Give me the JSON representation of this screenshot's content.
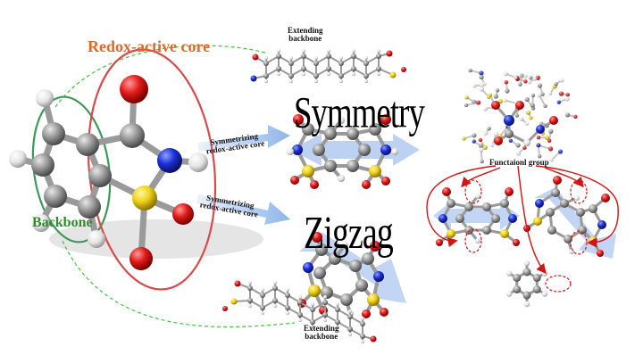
{
  "labels": {
    "redox_core": "Redox-active core",
    "backbone": "Backbone",
    "extending_backbone_top_line1": "Extending",
    "extending_backbone_top_line2": "backbone",
    "extending_backbone_bottom_line1": "Extending",
    "extending_backbone_bottom_line2": "backbone",
    "symmetrizing_top_line1": "Symmetrizing",
    "symmetrizing_top_line2": "redox-active core",
    "symmetrizing_bottom_line1": "Symmetrizing",
    "symmetrizing_bottom_line2": "redox-active core",
    "symmetry": "Symmetry",
    "zigzag": "Zigzag",
    "functional_group": "Functaionl group"
  },
  "colors": {
    "carbon": "#8a8a8a",
    "hydrogen": "#f2f2f2",
    "oxygen": "#e01a1a",
    "nitrogen": "#1c2fd6",
    "sulfur": "#f0d21a",
    "redox_ellipse": "#d94a4a",
    "backbone_ellipse": "#3a9a5a",
    "redox_label": "#e06a2a",
    "backbone_label": "#2e8b2e",
    "arrow_blue": "#7aa8e8"
  }
}
